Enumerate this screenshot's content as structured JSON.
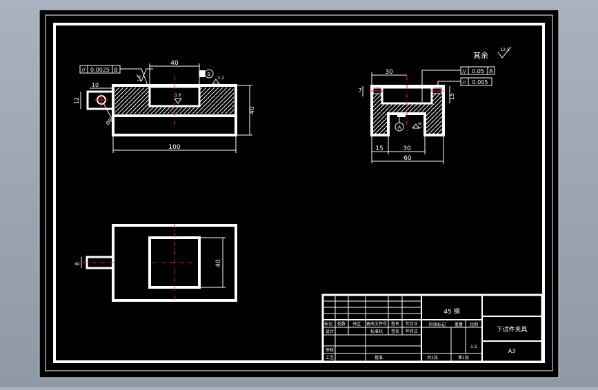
{
  "colors": {
    "viewport_bg": "#000000",
    "line": "#ffffff",
    "center_line": "#ff2020",
    "app_bg": "#9aa3b0"
  },
  "front_view": {
    "dims": {
      "top_40": "40",
      "right_40": "40",
      "bottom_100": "100",
      "left_10": "10",
      "left_12": "12",
      "hole": "Ø8"
    },
    "tolerance": {
      "symbol": "//",
      "value": "0.0025",
      "datum": "B"
    },
    "surface_marks": [
      "1.6",
      "1.6",
      "3.2"
    ],
    "datum_B": "B"
  },
  "side_view": {
    "dims": {
      "top_30": "30",
      "left_7": "7",
      "right_15": "15",
      "bottom_15": "15",
      "bottom_30": "30",
      "bottom_60": "60"
    },
    "tolerances": [
      {
        "symbol": "//",
        "value": "0.05",
        "datum": "A"
      },
      {
        "symbol": "⌭",
        "value": "0.005",
        "datum": ""
      }
    ],
    "surface_mark": "1.6",
    "datum_A": "A",
    "other_note": "其余",
    "other_roughness": "12.5"
  },
  "top_view": {
    "dims": {
      "right_40": "40",
      "left_8": "8"
    }
  },
  "title_block": {
    "material": "45 钢",
    "drawing_name": "下试件夹具",
    "sheet_size": "A3",
    "scale_value": "1:1",
    "row_labels": [
      "标记",
      "处数",
      "分区",
      "更改文件号",
      "签名",
      "年月日"
    ],
    "design": "设计",
    "standard": "标准化",
    "signature": "签名",
    "date": "年月日",
    "review": "审核",
    "process": "工艺",
    "approve": "批准",
    "stage_mark": "阶段标记",
    "weight": "重量",
    "scale": "比例",
    "sheets_total": "共1张",
    "sheet_no": "第1张"
  }
}
